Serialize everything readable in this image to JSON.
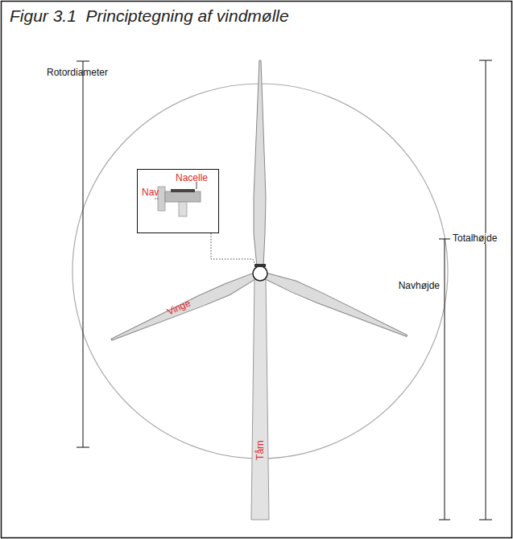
{
  "diagram": {
    "title": "Figur 3.1  Principtegning af vindmølle",
    "nodes": [
      {
        "text": [
          "Nacelle",
          "Nav"
        ]
      }
    ],
    "labels": [
      "Rotordiameter",
      "Vinge",
      "Tårn",
      "Totalhøjde",
      "Navhøjde"
    ]
  }
}
